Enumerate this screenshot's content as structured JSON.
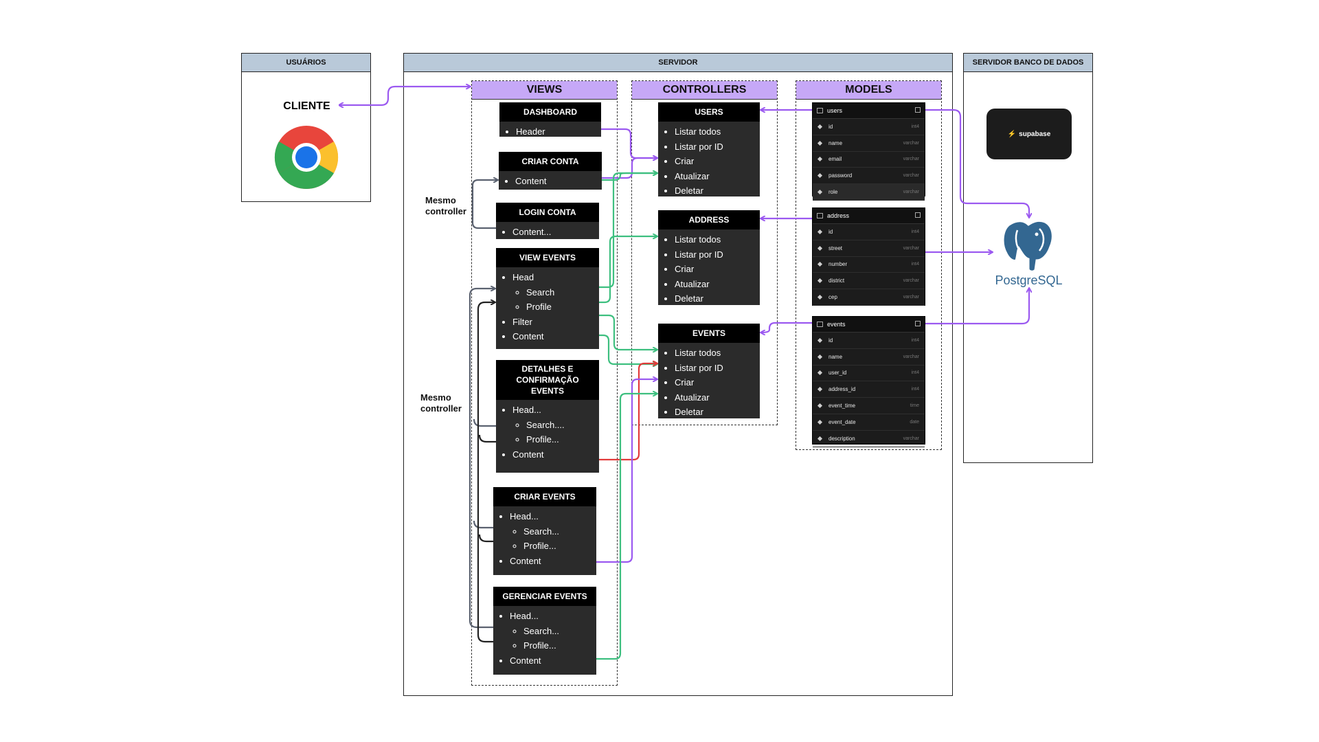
{
  "panels": {
    "usuarios": "USUÁRIOS",
    "servidor": "SERVIDOR",
    "banco": "SERVIDOR BANCO DE DADOS"
  },
  "cliente": {
    "label": "CLIENTE"
  },
  "columns": {
    "views": "VIEWS",
    "controllers": "CONTROLLERS",
    "models": "MODELS"
  },
  "views": {
    "dashboard": {
      "title": "DASHBOARD",
      "items": [
        "Header"
      ]
    },
    "criar_conta": {
      "title": "CRIAR CONTA",
      "items": [
        "Content"
      ]
    },
    "login_conta": {
      "title": "LOGIN CONTA",
      "items": [
        "Content..."
      ]
    },
    "view_events": {
      "title": "VIEW EVENTS",
      "items": [
        "Head",
        "Search",
        "Profile",
        "Filter",
        "Content"
      ]
    },
    "detalhes": {
      "title": "DETALHES E CONFIRMAÇÃO EVENTS",
      "items": [
        "Head...",
        "Search....",
        "Profile...",
        "Content"
      ]
    },
    "criar_events": {
      "title": "CRIAR EVENTS",
      "items": [
        "Head...",
        "Search...",
        "Profile...",
        "Content"
      ]
    },
    "gerenciar_events": {
      "title": "GERENCIAR EVENTS",
      "items": [
        "Head...",
        "Search...",
        "Profile...",
        "Content"
      ]
    }
  },
  "controllers": [
    {
      "title": "USERS",
      "items": [
        "Listar todos",
        "Listar por ID",
        "Criar",
        "Atualizar",
        "Deletar"
      ]
    },
    {
      "title": "ADDRESS",
      "items": [
        "Listar todos",
        "Listar por ID",
        "Criar",
        "Atualizar",
        "Deletar"
      ]
    },
    {
      "title": "EVENTS",
      "items": [
        "Listar todos",
        "Listar por ID",
        "Criar",
        "Atualizar",
        "Deletar"
      ]
    }
  ],
  "models": [
    {
      "name": "users",
      "fields": [
        {
          "name": "id",
          "type": "int4"
        },
        {
          "name": "name",
          "type": "varchar"
        },
        {
          "name": "email",
          "type": "varchar"
        },
        {
          "name": "password",
          "type": "varchar"
        },
        {
          "name": "role",
          "type": "varchar"
        }
      ]
    },
    {
      "name": "address",
      "fields": [
        {
          "name": "id",
          "type": "int4"
        },
        {
          "name": "street",
          "type": "varchar"
        },
        {
          "name": "number",
          "type": "int4"
        },
        {
          "name": "district",
          "type": "varchar"
        },
        {
          "name": "cep",
          "type": "varchar"
        }
      ]
    },
    {
      "name": "events",
      "fields": [
        {
          "name": "id",
          "type": "int4"
        },
        {
          "name": "name",
          "type": "varchar"
        },
        {
          "name": "user_id",
          "type": "int4"
        },
        {
          "name": "address_id",
          "type": "int4"
        },
        {
          "name": "event_time",
          "type": "time"
        },
        {
          "name": "event_date",
          "type": "date"
        },
        {
          "name": "description",
          "type": "varchar"
        }
      ]
    }
  ],
  "notes": {
    "mesmo1": "Mesmo controller",
    "mesmo2": "Mesmo controller"
  },
  "db": {
    "supabase": "supabase",
    "postgres": "PostgreSQL"
  },
  "colors": {
    "purple": "#9b59f0",
    "green": "#3dbf7f",
    "red": "#e23b3b",
    "gray": "#5b6270",
    "black": "#222222"
  }
}
